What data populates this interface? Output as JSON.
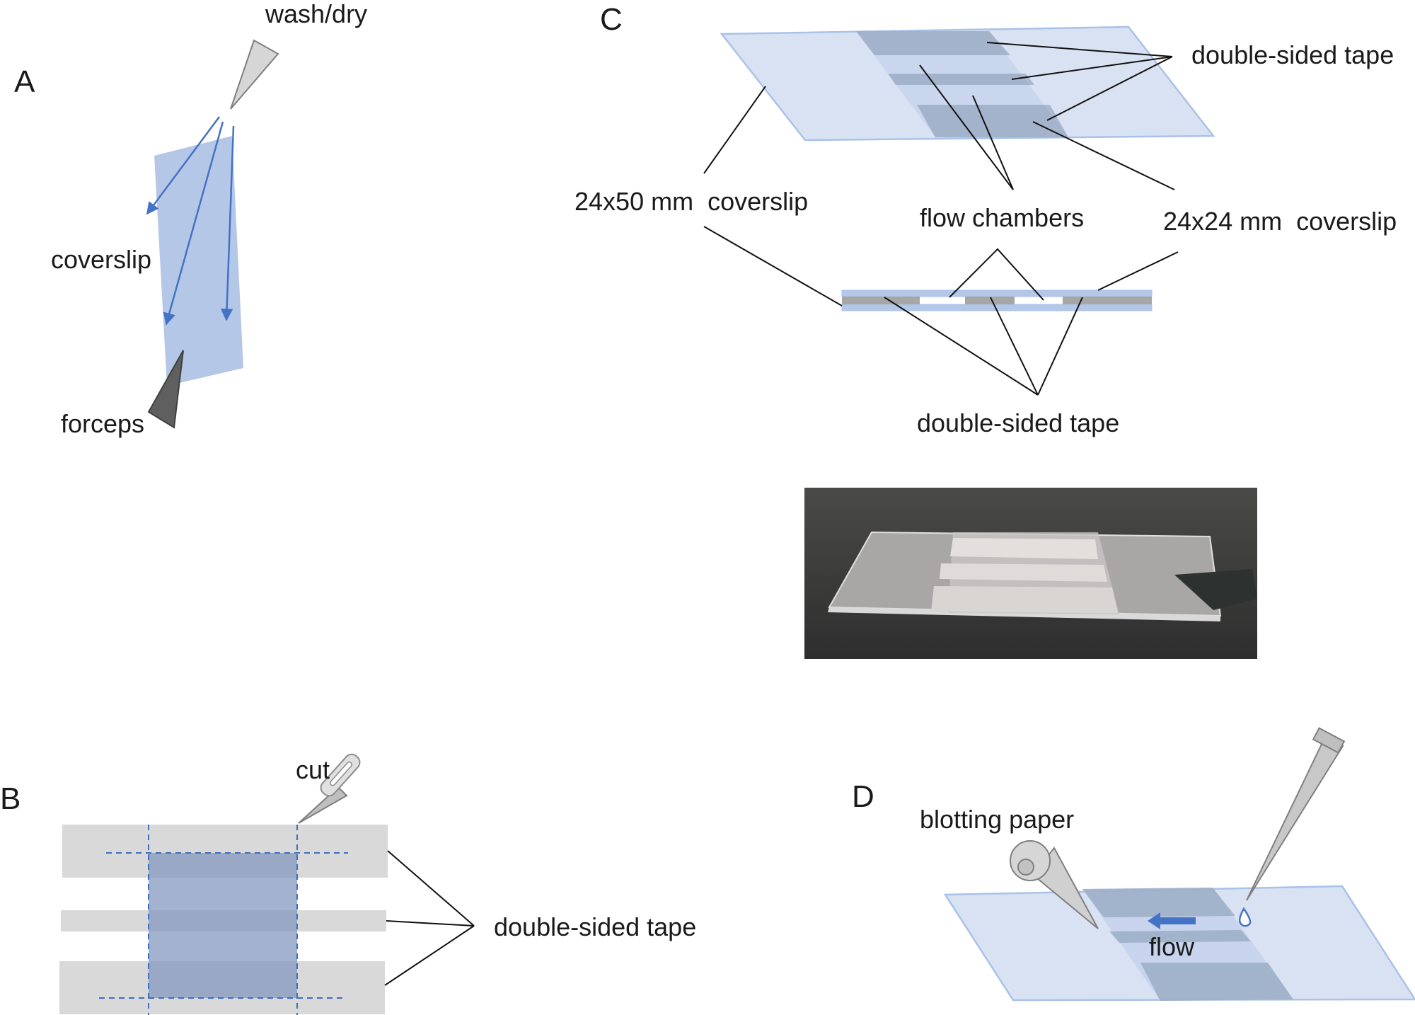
{
  "panels": {
    "a": {
      "label": "A",
      "wash_dry": "wash/dry",
      "coverslip": "coverslip",
      "forceps": "forceps"
    },
    "b": {
      "label": "B",
      "cut": "cut",
      "tape": "double-sided tape"
    },
    "c": {
      "label": "C",
      "tape_top": "double-sided tape",
      "coverslip_50": "24x50 mm  coverslip",
      "flow_chambers": "flow chambers",
      "coverslip_24": "24x24 mm  coverslip",
      "tape_bottom": "double-sided tape"
    },
    "d": {
      "label": "D",
      "blotting": "blotting paper",
      "flow": "flow"
    }
  },
  "colors": {
    "coverslip_fill": "#d9e2f3",
    "coverslip_edge": "#a9c2e8",
    "a_coverslip": "#b4c7e7",
    "tape_gray": "#d9d9d9",
    "tape_blue": "#8497b0",
    "arrow_blue": "#4472c4",
    "forceps": "#595959",
    "photo_bg": "#3a3a3a"
  }
}
